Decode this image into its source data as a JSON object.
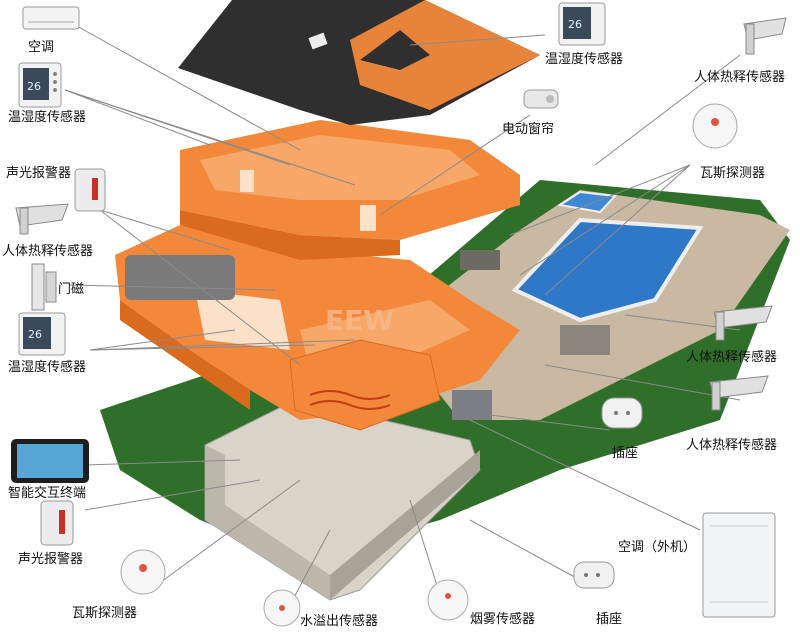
{
  "labels": {
    "ac_indoor": "空调",
    "th_sensor_top_left": "温湿度传感器",
    "th_sensor_top_right": "温湿度传感器",
    "sound_light_alarm_top": "声光报警器",
    "pir_left": "人体热释传感器",
    "door_magnet": "门磁",
    "th_sensor_mid_left": "温湿度传感器",
    "smart_terminal": "智能交互终端",
    "sound_light_alarm_bottom": "声光报警器",
    "gas_detector_bottom": "瓦斯探测器",
    "water_overflow": "水溢出传感器",
    "smoke_sensor": "烟雾传感器",
    "socket_bottom": "插座",
    "ac_outdoor": "空调（外机）",
    "socket_mid": "插座",
    "pir_right_1": "人体热释传感器",
    "pir_right_2": "人体热释传感器",
    "pir_right_3": "人体热释传感器",
    "gas_detector_right": "瓦斯探测器",
    "electric_curtain": "电动窗帘"
  },
  "thermostat_reading": "26",
  "watermark": "EEW",
  "colors": {
    "wall_orange": "#f4883a",
    "wall_dark": "#d96a1e",
    "roof_dark": "#2f2f2f",
    "lawn_green": "#2f6f2a",
    "pool_blue": "#2f78c8",
    "patio_stone": "#c9b9a2",
    "line_gray": "#8a8a8a"
  }
}
